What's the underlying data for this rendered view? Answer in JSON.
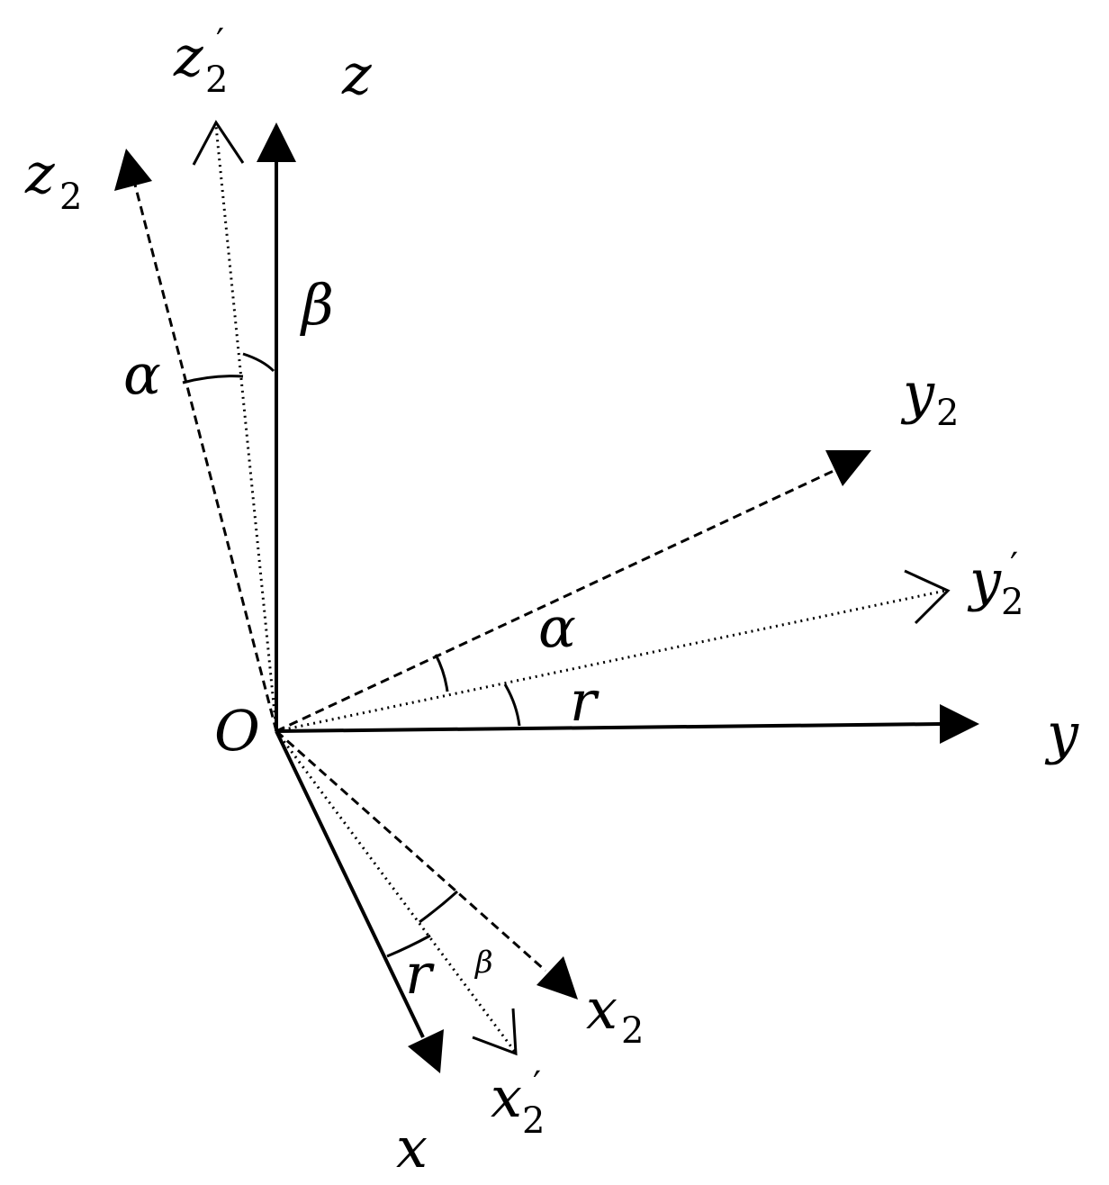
{
  "labels": {
    "origin": "O",
    "z": "z",
    "z2_base": "z",
    "z2_sub": "2",
    "z2p_base": "z",
    "z2p_sub": "2",
    "z2p_prime": "′",
    "y": "y",
    "y2_base": "y",
    "y2_sub": "2",
    "y2p_base": "y",
    "y2p_sub": "2",
    "y2p_prime": "′",
    "x": "x",
    "x2_base": "x",
    "x2_sub": "2",
    "x2p_base": "x",
    "x2p_sub": "2",
    "x2p_prime": "′"
  },
  "angles": {
    "beta_top": "β",
    "alpha_left": "α",
    "alpha_mid": "α",
    "r_mid": "r",
    "r_bottom": "r",
    "beta_bottom": "β"
  },
  "line_styles": {
    "original_axes": "solid",
    "rotated_axes_2": "dashed",
    "rotated_axes_2_prime": "dotted"
  }
}
